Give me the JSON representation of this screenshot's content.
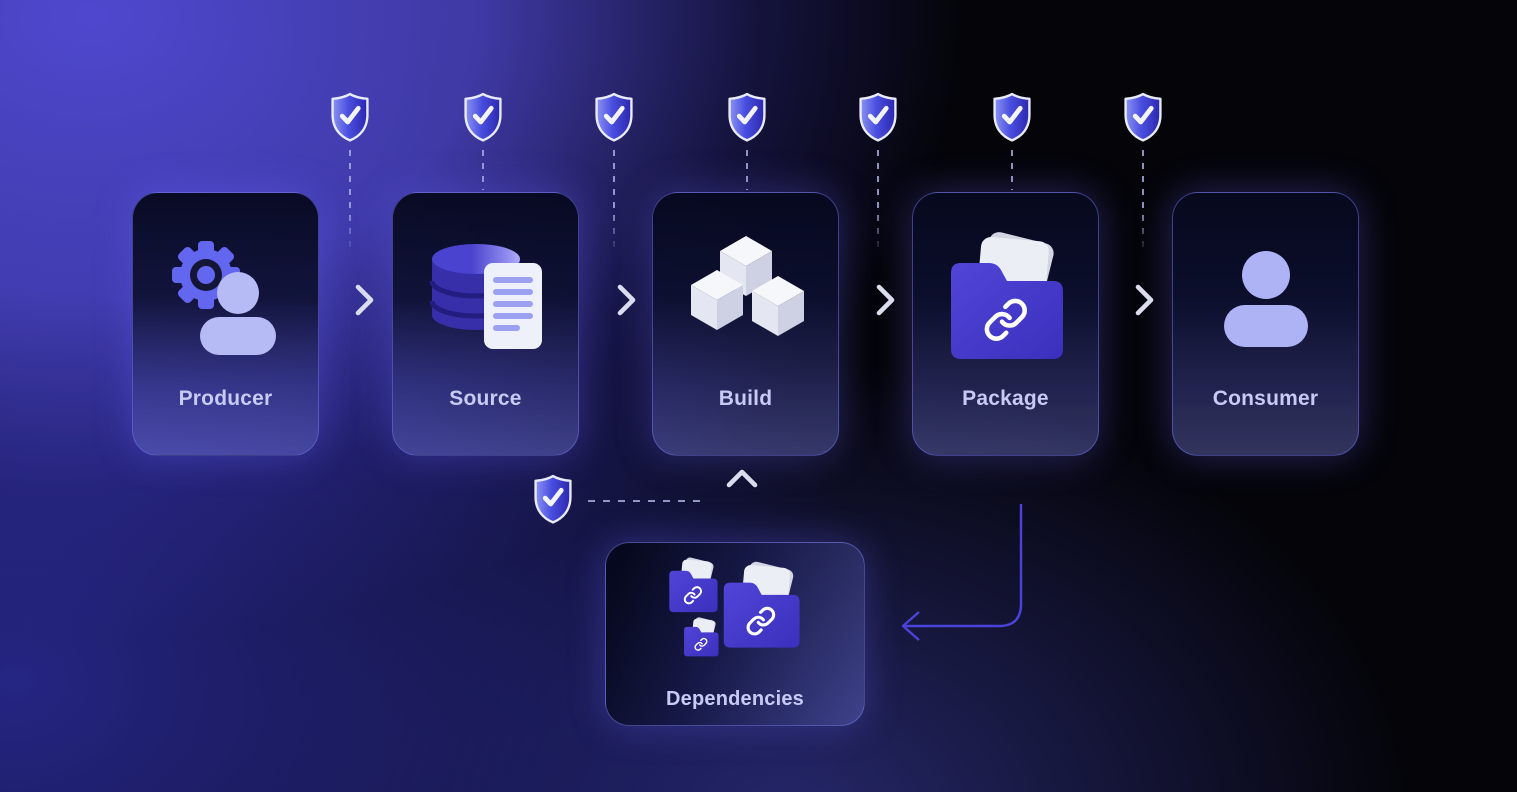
{
  "diagram": {
    "nodes": [
      {
        "id": "producer",
        "label": "Producer",
        "icon": "gear-user-icon"
      },
      {
        "id": "source",
        "label": "Source",
        "icon": "database-document-icon"
      },
      {
        "id": "build",
        "label": "Build",
        "icon": "isometric-cubes-icon"
      },
      {
        "id": "package",
        "label": "Package",
        "icon": "folder-link-icon"
      },
      {
        "id": "consumer",
        "label": "Consumer",
        "icon": "user-icon"
      },
      {
        "id": "dependencies",
        "label": "Dependencies",
        "icon": "linked-folders-icon"
      }
    ],
    "edges": [
      {
        "from": "producer",
        "to": "source",
        "style": "light-arrow-right"
      },
      {
        "from": "source",
        "to": "build",
        "style": "light-arrow-right"
      },
      {
        "from": "build",
        "to": "package",
        "style": "light-arrow-right"
      },
      {
        "from": "package",
        "to": "consumer",
        "style": "light-arrow-right"
      },
      {
        "from": "dependencies",
        "to": "build",
        "style": "light-arrow-up"
      },
      {
        "from": "package",
        "to": "dependencies",
        "style": "indigo-elbow-arrow"
      }
    ],
    "badges": {
      "icon": "shield-check-icon",
      "top_row_count": 7,
      "near_dependencies_count": 1
    }
  },
  "colors": {
    "background_base": "#040409",
    "background_glow_indigo": "#4f48cf",
    "accent_indigo": "#4a43da",
    "card_label": "#c7caf3",
    "shield_fill_light": "#8a93f2",
    "shield_fill_dark": "#2b27ae",
    "arrow_light": "#dadded",
    "folder_indigo": "#4638cc"
  }
}
